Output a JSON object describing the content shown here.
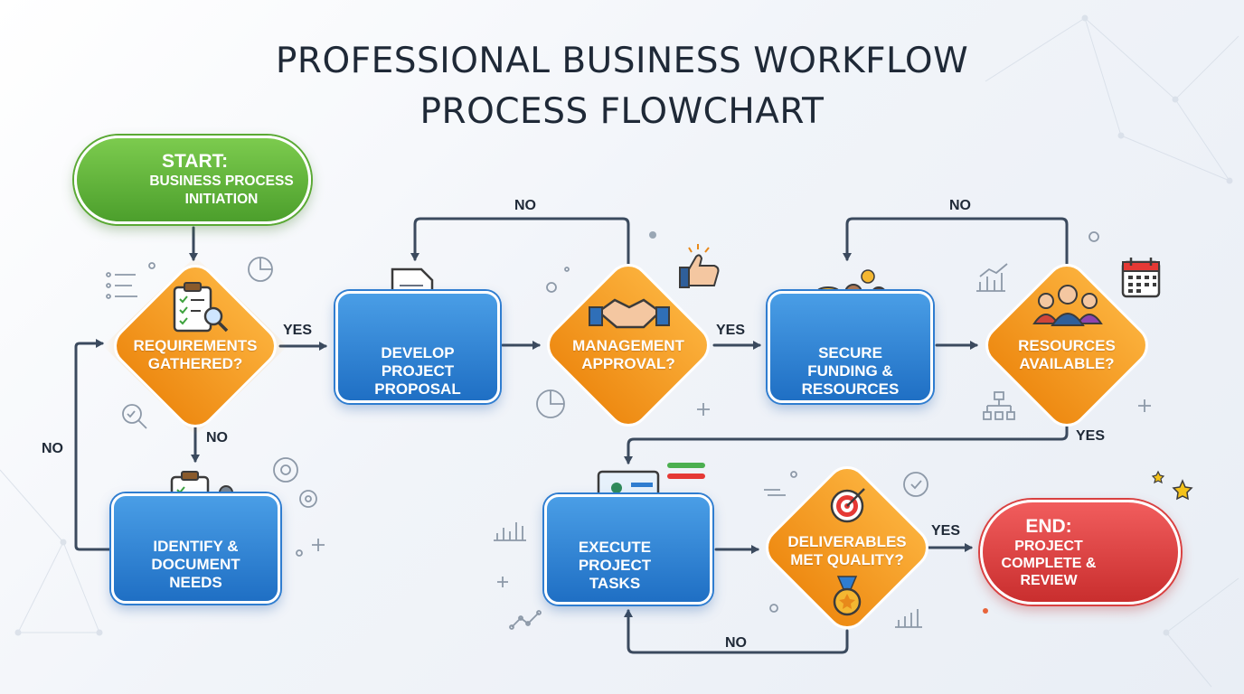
{
  "title": {
    "line1": "PROFESSIONAL BUSINESS WORKFLOW",
    "line2": "PROCESS FLOWCHART"
  },
  "nodes": {
    "start": {
      "heading": "START:",
      "text": "BUSINESS PROCESS INITIATION",
      "color": "#5aa934",
      "icon": "lightbulb-hand-icon"
    },
    "requirements": {
      "line1": "REQUIREMENTS",
      "line2": "GATHERED?",
      "color": "#f39a1e",
      "icon": "clipboard-checklist-icon"
    },
    "identify": {
      "line1": "IDENTIFY &",
      "line2": "DOCUMENT",
      "line3": "NEEDS",
      "color": "#2f7dd0",
      "icon": "clipboard-gears-icon"
    },
    "develop": {
      "line1": "DEVELOP",
      "line2": "PROJECT",
      "line3": "PROPOSAL",
      "color": "#2f7dd0",
      "icon": "document-pencil-icon"
    },
    "approval": {
      "line1": "MANAGEMENT",
      "line2": "APPROVAL?",
      "color": "#f39a1e",
      "icon": "handshake-icon"
    },
    "funding": {
      "line1": "SECURE",
      "line2": "FUNDING &",
      "line3": "RESOURCES",
      "color": "#2f7dd0",
      "icon": "coins-people-icon"
    },
    "resources": {
      "line1": "RESOURCES",
      "line2": "AVAILABLE?",
      "color": "#f39a1e",
      "icon": "team-icon"
    },
    "execute": {
      "line1": "EXECUTE",
      "line2": "PROJECT",
      "line3": "TASKS",
      "color": "#2f7dd0",
      "icon": "laptop-user-icon"
    },
    "deliverables": {
      "line1": "DELIVERABLES",
      "line2": "MET QUALITY?",
      "color": "#f39a1e",
      "icon": "target-medal-icon"
    },
    "end": {
      "heading": "END:",
      "text": "PROJECT COMPLETE & REVIEW",
      "color": "#d94040",
      "icon": "trophy-icon"
    }
  },
  "edges": {
    "req_yes": "YES",
    "req_no": "NO",
    "identify_loop": "NO",
    "approval_no": "NO",
    "approval_yes": "YES",
    "resources_no": "NO",
    "resources_yes": "YES",
    "deliverables_yes": "YES",
    "deliverables_no": "NO"
  },
  "colors": {
    "arrow": "#3b4a5e",
    "decision": "#f39a1e",
    "process": "#2f7dd0"
  }
}
